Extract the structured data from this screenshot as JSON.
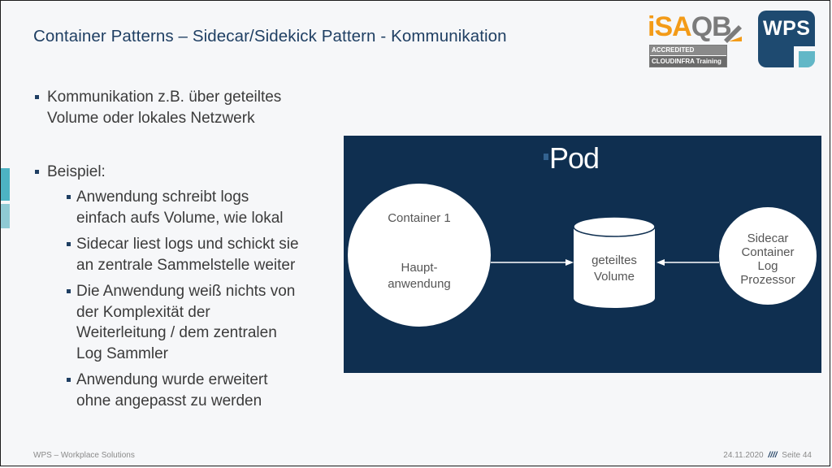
{
  "slide": {
    "title": "Container Patterns – Sidecar/Sidekick Pattern - Kommunikation"
  },
  "logos": {
    "isaqb": {
      "word_i": "i",
      "word_sa": "SA",
      "word_qb": "QB",
      "accredited": "ACCREDITED",
      "training": "CLOUDINFRA Training",
      "orange": "#f39b18",
      "gray": "#7b7b7b"
    },
    "wps": {
      "text": "WPS",
      "blue": "#1e4a70",
      "teal": "#62b7c7"
    }
  },
  "bullets": [
    {
      "level": 1,
      "lines": [
        "Kommunikation z.B. über geteiltes",
        "Volume oder lokales Netzwerk"
      ]
    },
    {
      "level": 1,
      "lines": [
        "Beispiel:"
      ]
    },
    {
      "level": 2,
      "lines": [
        "Anwendung schreibt logs",
        "einfach aufs Volume, wie lokal"
      ]
    },
    {
      "level": 2,
      "lines": [
        "Sidecar liest logs und schickt sie",
        "an zentrale Sammelstelle weiter"
      ]
    },
    {
      "level": 2,
      "lines": [
        "Die Anwendung weiß nichts von",
        "der Komplexität der",
        "Weiterleitung / dem zentralen",
        "Log Sammler"
      ]
    },
    {
      "level": 2,
      "lines": [
        "Anwendung wurde erweitert",
        "ohne angepasst zu werden"
      ]
    }
  ],
  "diagram": {
    "pod_label": "Pod",
    "container1": {
      "title": "Container 1",
      "sub_line1": "Haupt-",
      "sub_line2": "anwendung"
    },
    "volume": {
      "line1": "geteiltes",
      "line2": "Volume"
    },
    "sidecar": {
      "line1": "Sidecar",
      "line2": "Container",
      "line3": "Log",
      "line4": "Prozessor"
    },
    "background": "#0f2f50"
  },
  "footer": {
    "left": "WPS – Workplace Solutions",
    "date": "24.11.2020",
    "separator": "////",
    "page": "Seite 44"
  }
}
